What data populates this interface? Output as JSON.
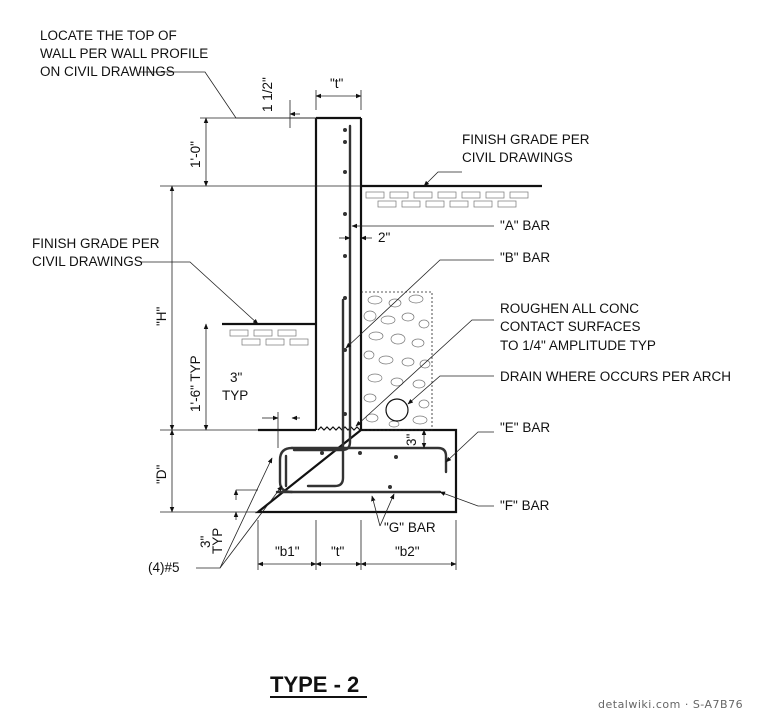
{
  "title": "TYPE - 2",
  "watermark": "detalwiki.com · S-A7B76",
  "notes": {
    "top_of_wall": [
      "LOCATE THE TOP OF",
      "WALL PER WALL PROFILE",
      "ON CIVIL DRAWINGS"
    ],
    "finish_grade_right": [
      "FINISH GRADE PER",
      "CIVIL DRAWINGS"
    ],
    "finish_grade_left": [
      "FINISH GRADE PER",
      "CIVIL DRAWINGS"
    ],
    "a_bar": "\"A\" BAR",
    "b_bar": "\"B\" BAR",
    "roughen": [
      "ROUGHEN ALL CONC",
      "CONTACT SURFACES",
      "TO 1/4\" AMPLITUDE TYP"
    ],
    "drain": "DRAIN WHERE OCCURS PER ARCH",
    "e_bar": "\"E\" BAR",
    "f_bar": "\"F\" BAR",
    "g_bar": "\"G\" BAR",
    "bars_5": "(4)#5"
  },
  "dimensions": {
    "t_top": "\"t\"",
    "one_half": "1 1/2\"",
    "one_foot": "1'-0\"",
    "two_in": "2\"",
    "h": "\"H\"",
    "one_six_typ": "1'-6\" TYP",
    "three_typ_wall": [
      "3\"",
      "TYP"
    ],
    "three_in_footing": "3\"",
    "d": "\"D\"",
    "three_typ_bottom": [
      "3\"",
      "TYP"
    ],
    "b1": "\"b1\"",
    "t_bottom": "\"t\"",
    "b2": "\"b2\""
  }
}
